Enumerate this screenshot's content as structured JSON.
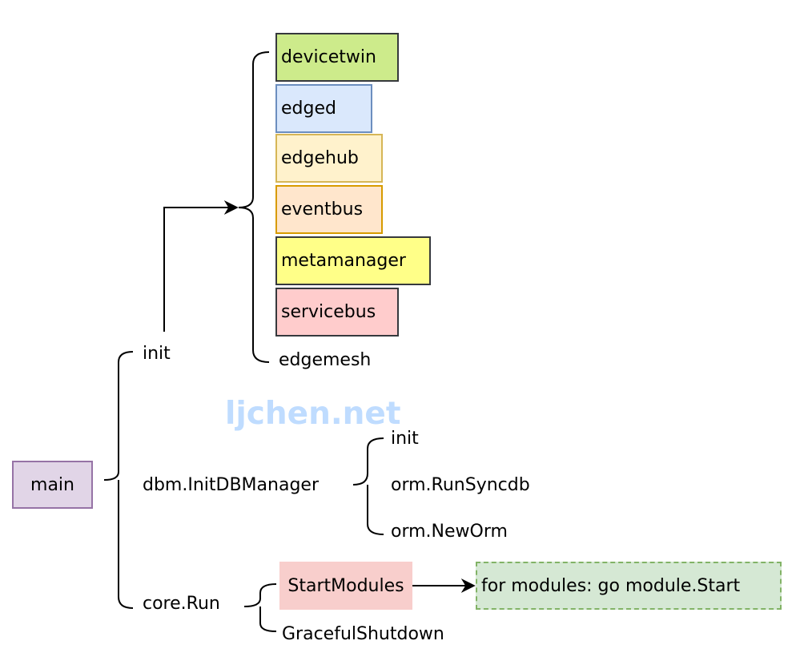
{
  "nodes": {
    "main": {
      "label": "main",
      "fill": "#e1d5e7",
      "stroke": "#9673a6"
    },
    "init": {
      "label": "init"
    },
    "dbm_init": {
      "label": "dbm.InitDBManager"
    },
    "core_run": {
      "label": "core.Run"
    },
    "modules": [
      {
        "label": "devicetwin",
        "fill": "#cdeb8b",
        "stroke": "#36393d"
      },
      {
        "label": "edged",
        "fill": "#dae8fc",
        "stroke": "#6c8ebf"
      },
      {
        "label": "edgehub",
        "fill": "#fff2cc",
        "stroke": "#d6b656"
      },
      {
        "label": "eventbus",
        "fill": "#ffe6cc",
        "stroke": "#d79b00"
      },
      {
        "label": "metamanager",
        "fill": "#ffff88",
        "stroke": "#36393d"
      },
      {
        "label": "servicebus",
        "fill": "#ffcccc",
        "stroke": "#36393d"
      },
      {
        "label": "edgemesh"
      }
    ],
    "db_steps": [
      {
        "label": "init"
      },
      {
        "label": "orm.RunSyncdb"
      },
      {
        "label": "orm.NewOrm"
      }
    ],
    "start_modules": {
      "label": "StartModules",
      "fill": "#f8cecc"
    },
    "graceful_shutdown": {
      "label": "GracefulShutdown"
    },
    "for_modules": {
      "label": "for modules: go module.Start",
      "fill": "#d5e8d4",
      "stroke": "#82b366"
    }
  },
  "watermark": {
    "text": "ljchen.net",
    "color": "#bfdcff"
  },
  "line_color": "#000000"
}
